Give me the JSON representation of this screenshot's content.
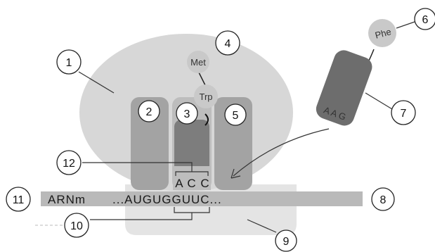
{
  "labels": {
    "n1": "1",
    "n2": "2",
    "n3": "3",
    "n4": "4",
    "n5": "5",
    "n6": "6",
    "n7": "7",
    "n8": "8",
    "n9": "9",
    "n10": "10",
    "n11": "11",
    "n12": "12"
  },
  "molecules": {
    "met": "Met",
    "trp": "Trp",
    "phe": "Phe"
  },
  "trna_incoming_anticodon": "A A G",
  "anticodon": "A C C",
  "mrna": {
    "label": "ARNm",
    "sequence": "...AUGUGGUUC..."
  },
  "colors": {
    "large_subunit": "#d9d9d9",
    "small_subunit": "#e6e6e6",
    "site_dark": "#9e9e9e",
    "trna_dark": "#6f6f6f",
    "mrna_band": "#b8b8b8",
    "amino_acid": "#c8c8c8"
  }
}
